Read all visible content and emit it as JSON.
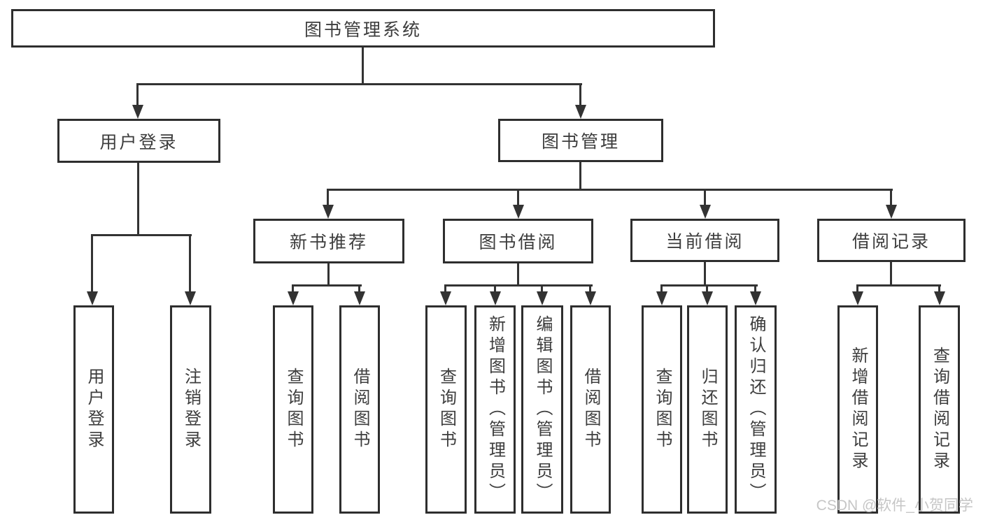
{
  "tree": {
    "label": "图书管理系统",
    "children": [
      {
        "label": "用户登录",
        "children": [
          {
            "label": "用户登录"
          },
          {
            "label": "注销登录"
          }
        ]
      },
      {
        "label": "图书管理",
        "children": [
          {
            "label": "新书推荐",
            "children": [
              {
                "label": "查询图书"
              },
              {
                "label": "借阅图书"
              }
            ]
          },
          {
            "label": "图书借阅",
            "children": [
              {
                "label": "查询图书"
              },
              {
                "label": "新增图书（管理员）"
              },
              {
                "label": "编辑图书（管理员）"
              },
              {
                "label": "借阅图书"
              }
            ]
          },
          {
            "label": "当前借阅",
            "children": [
              {
                "label": "查询图书"
              },
              {
                "label": "归还图书"
              },
              {
                "label": "确认归还（管理员）"
              }
            ]
          },
          {
            "label": "借阅记录",
            "children": [
              {
                "label": "新增借阅记录"
              },
              {
                "label": "查询借阅记录"
              }
            ]
          }
        ]
      }
    ]
  },
  "watermark": {
    "text": "CSDN @软件_小贺同学",
    "color": "#c6c6c6"
  },
  "colors": {
    "line": "#333333",
    "border": "#2e2e2e",
    "text": "#3d3d3d",
    "background": "#ffffff"
  }
}
